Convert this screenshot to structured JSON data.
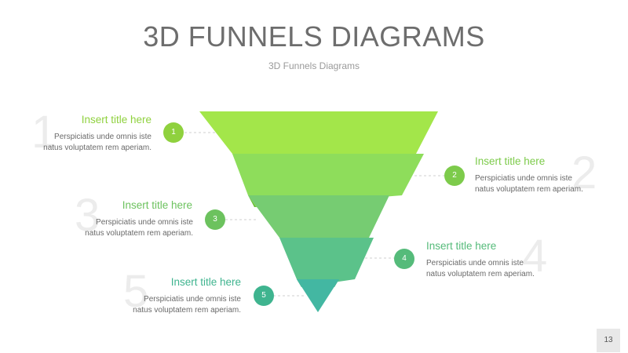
{
  "header": {
    "title": "3D FUNNELS DIAGRAMS",
    "subtitle": "3D Funnels Diagrams"
  },
  "items": [
    {
      "number": "1",
      "title": "Insert title here",
      "desc_line1": "Perspiciatis unde omnis iste",
      "desc_line2": "natus voluptatem rem aperiam.",
      "color": "#8fd13e"
    },
    {
      "number": "2",
      "title": "Insert title here",
      "desc_line1": "Perspiciatis unde omnis iste",
      "desc_line2": "natus voluptatem rem aperiam.",
      "color": "#7dcb4b"
    },
    {
      "number": "3",
      "title": "Insert title here",
      "desc_line1": "Perspiciatis unde omnis iste",
      "desc_line2": "natus voluptatem rem aperiam.",
      "color": "#6cc25e"
    },
    {
      "number": "4",
      "title": "Insert title here",
      "desc_line1": "Perspiciatis unde omnis iste",
      "desc_line2": "natus voluptatem rem aperiam.",
      "color": "#55bb7a"
    },
    {
      "number": "5",
      "title": "Insert title here",
      "desc_line1": "Perspiciatis unde omnis iste",
      "desc_line2": "natus voluptatem rem aperiam.",
      "color": "#3fb48f"
    }
  ],
  "footer": {
    "page_number": "13"
  }
}
